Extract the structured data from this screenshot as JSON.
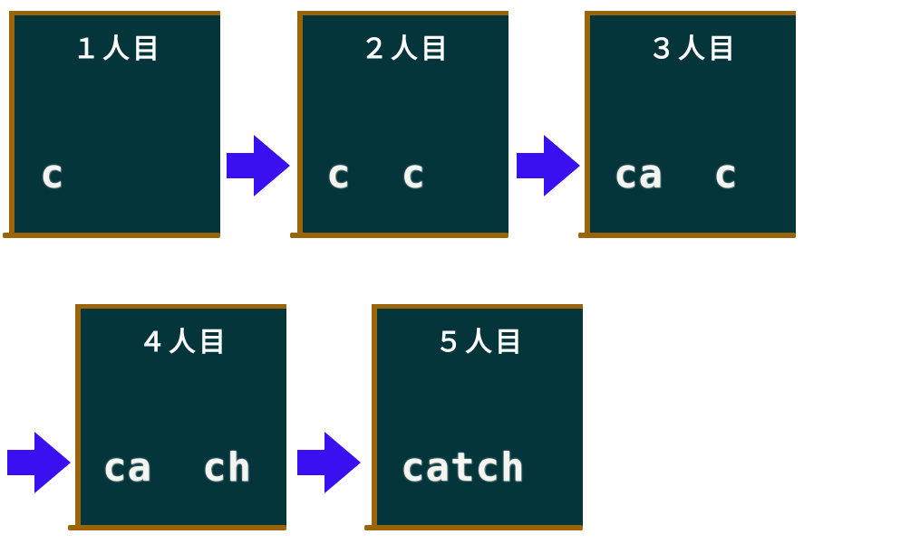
{
  "colors": {
    "board": "#03353a",
    "frame": "#9a6508",
    "chalk": "#f4f4f0",
    "arrow": "#3a10f0"
  },
  "boards": [
    {
      "title": "１人目",
      "text": "c"
    },
    {
      "title": "２人目",
      "text": "c  c"
    },
    {
      "title": "３人目",
      "text": "ca  c"
    },
    {
      "title": "４人目",
      "text": "ca  ch"
    },
    {
      "title": "５人目",
      "text": "catch"
    }
  ],
  "arrows": [
    {
      "icon": "right-arrow-icon"
    },
    {
      "icon": "right-arrow-icon"
    },
    {
      "icon": "right-arrow-icon"
    },
    {
      "icon": "right-arrow-icon"
    }
  ]
}
